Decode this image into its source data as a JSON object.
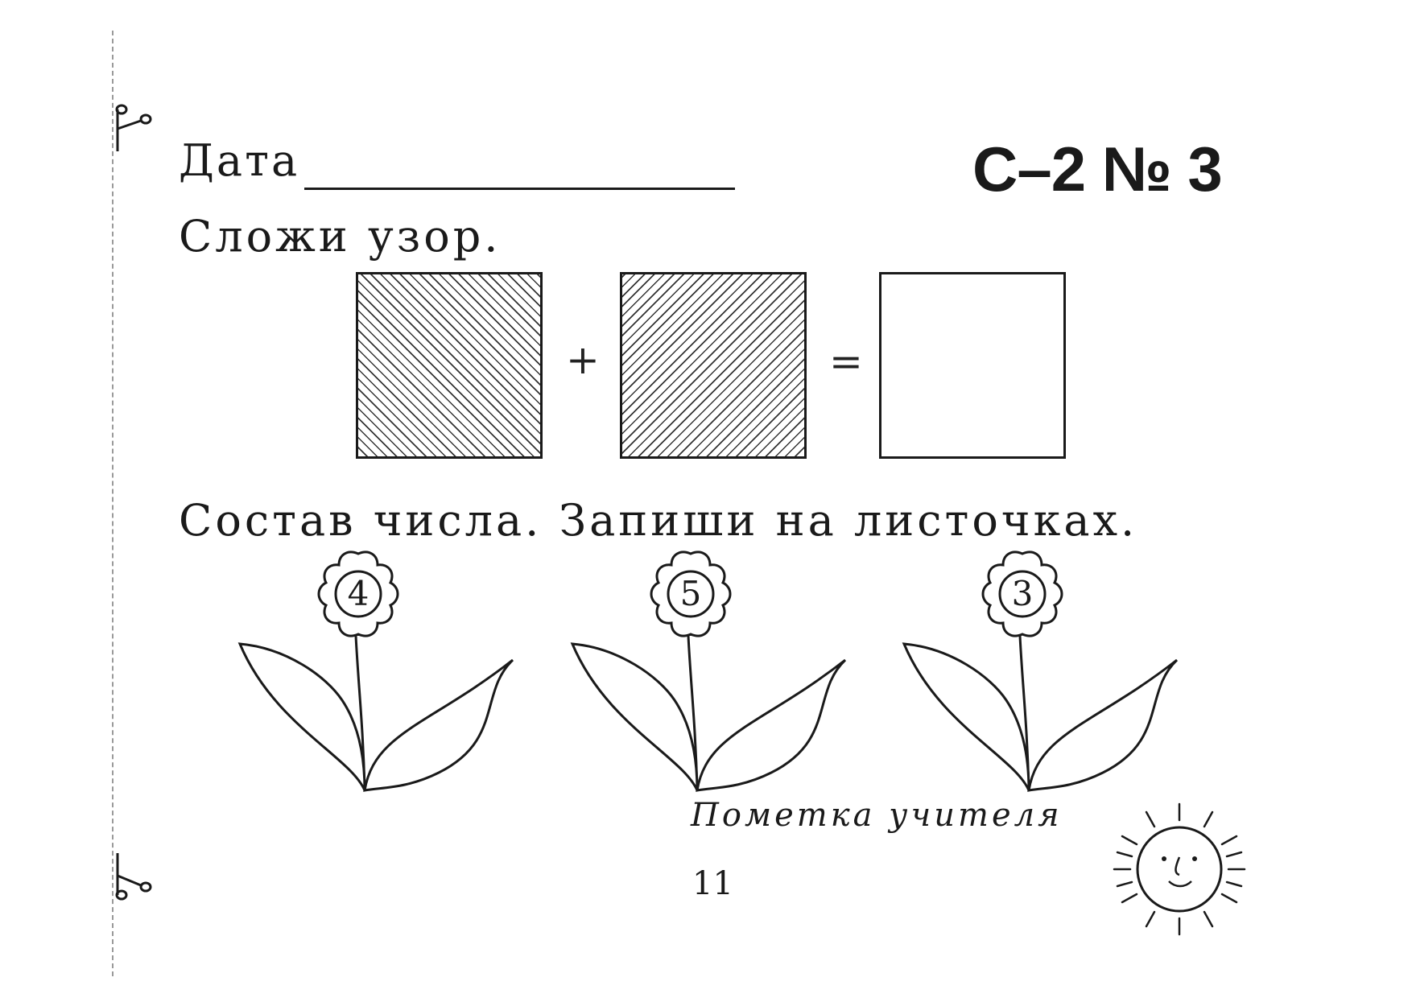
{
  "header": {
    "date_label": "Дата",
    "code": "С–2  № 3"
  },
  "task1": {
    "instruction": "Сложи узор.",
    "plus": "+",
    "equals": "="
  },
  "task2": {
    "instruction": "Состав числа. Запиши на листочках.",
    "flowers": [
      {
        "number": "4"
      },
      {
        "number": "5"
      },
      {
        "number": "3"
      }
    ]
  },
  "footer": {
    "teacher_note": "Пометка учителя",
    "page_number": "11"
  },
  "icons": [
    "scissors-icon",
    "sun-icon",
    "flower-icon"
  ]
}
